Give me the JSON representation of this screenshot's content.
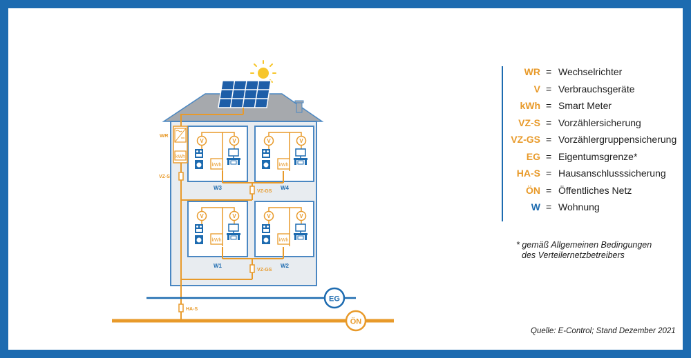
{
  "header": {
    "title": "GEMEINSCHAFTLICHE ERZEUGUNGSANLAGE",
    "subtitle": "GEMÄSS § 16A EIWOG 2010"
  },
  "colors": {
    "frame": "#1d6bb0",
    "orange": "#e89a2a",
    "roof": "#a6a9ad",
    "house_fill": "#e8ecf0",
    "unit_fill": "#ffffff",
    "blue": "#1d6bb0",
    "sun": "#f7c62b"
  },
  "diagram": {
    "labels": {
      "wr": "WR",
      "kwh": "kWh",
      "vzs": "VZ-S",
      "vzgs": "VZ-GS",
      "has": "HA-S",
      "eg": "EG",
      "on": "ÖN",
      "v": "V"
    },
    "units": [
      {
        "id": "W3"
      },
      {
        "id": "W4"
      },
      {
        "id": "W1"
      },
      {
        "id": "W2"
      }
    ]
  },
  "legend": {
    "items": [
      {
        "abbr": "WR",
        "desc": "Wechselrichter"
      },
      {
        "abbr": "V",
        "desc": "Verbrauchsgeräte"
      },
      {
        "abbr": "kWh",
        "desc": "Smart Meter"
      },
      {
        "abbr": "VZ-S",
        "desc": "Vorzählersicherung"
      },
      {
        "abbr": "VZ-GS",
        "desc": "Vorzählergruppensicherung"
      },
      {
        "abbr": "EG",
        "desc": "Eigentumsgrenze*"
      },
      {
        "abbr": "HA-S",
        "desc": "Hausanschlusssicherung"
      },
      {
        "abbr": "ÖN",
        "desc": "Öffentliches Netz"
      },
      {
        "abbr": "W",
        "desc": "Wohnung"
      }
    ],
    "eq": "=",
    "footnote_line1": "* gemäß Allgemeinen Bedingungen",
    "footnote_line2": "des Verteilernetzbetreibers"
  },
  "source": "Quelle: E-Control; Stand Dezember 2021"
}
